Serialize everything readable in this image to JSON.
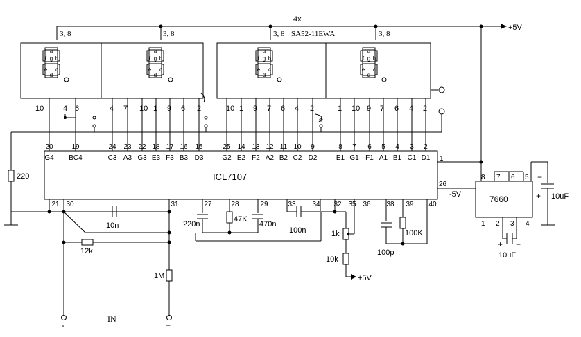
{
  "title": {
    "display_count": "4x",
    "display_part": "SA52-11EWA"
  },
  "supply": {
    "plus5": "+5V",
    "minus5": "-5V",
    "pot_plus5": "+5V"
  },
  "display_pin_groups": [
    "3, 8",
    "3, 8",
    "3, 8",
    "3, 8"
  ],
  "segment_letters": [
    "a",
    "f",
    "g",
    "b",
    "e",
    "d",
    "c"
  ],
  "display_bottom_pins": [
    "10",
    "4",
    "6",
    "4",
    "7",
    "10",
    "1",
    "9",
    "6",
    "2",
    "10",
    "1",
    "9",
    "7",
    "6",
    "4",
    "2",
    "1",
    "10",
    "9",
    "7",
    "6",
    "4",
    "2"
  ],
  "ic": {
    "name": "ICL7107",
    "top_pins": [
      {
        "num": "20",
        "name": "G4"
      },
      {
        "num": "19",
        "name": "BC4"
      },
      {
        "num": "24",
        "name": "C3"
      },
      {
        "num": "23",
        "name": "A3"
      },
      {
        "num": "22",
        "name": "G3"
      },
      {
        "num": "18",
        "name": "E3"
      },
      {
        "num": "17",
        "name": "F3"
      },
      {
        "num": "16",
        "name": "B3"
      },
      {
        "num": "15",
        "name": "D3"
      },
      {
        "num": "25",
        "name": "G2"
      },
      {
        "num": "14",
        "name": "E2"
      },
      {
        "num": "13",
        "name": "F2"
      },
      {
        "num": "12",
        "name": "A2"
      },
      {
        "num": "11",
        "name": "B2"
      },
      {
        "num": "10",
        "name": "C2"
      },
      {
        "num": "9",
        "name": "D2"
      },
      {
        "num": "8",
        "name": "E1"
      },
      {
        "num": "7",
        "name": "G1"
      },
      {
        "num": "6",
        "name": "F1"
      },
      {
        "num": "5",
        "name": "A1"
      },
      {
        "num": "4",
        "name": "B1"
      },
      {
        "num": "3",
        "name": "C1"
      },
      {
        "num": "2",
        "name": "D1"
      }
    ],
    "right_pins": [
      "1",
      "26"
    ],
    "bottom_pins": [
      "21",
      "30",
      "31",
      "27",
      "28",
      "29",
      "33",
      "34",
      "32",
      "35",
      "36",
      "38",
      "39",
      "40"
    ]
  },
  "components": {
    "r220": "220",
    "c10n": "10n",
    "r12k": "12k",
    "r1M": "1M",
    "c220n": "220n",
    "r47k": "47K",
    "c470n": "470n",
    "c100n": "100n",
    "pot1k": "1k",
    "r10k": "10k",
    "c100p": "100p",
    "r100k": "100K"
  },
  "converter": {
    "name": "7660",
    "top_pins": [
      "8",
      "7",
      "6",
      "5"
    ],
    "bottom_pins": [
      "1",
      "2",
      "3",
      "4"
    ],
    "c_out": "10uF",
    "c_pump": "10uF",
    "plus": "+",
    "minus": "−"
  },
  "input": {
    "label": "IN",
    "neg": "-",
    "pos": "+"
  }
}
